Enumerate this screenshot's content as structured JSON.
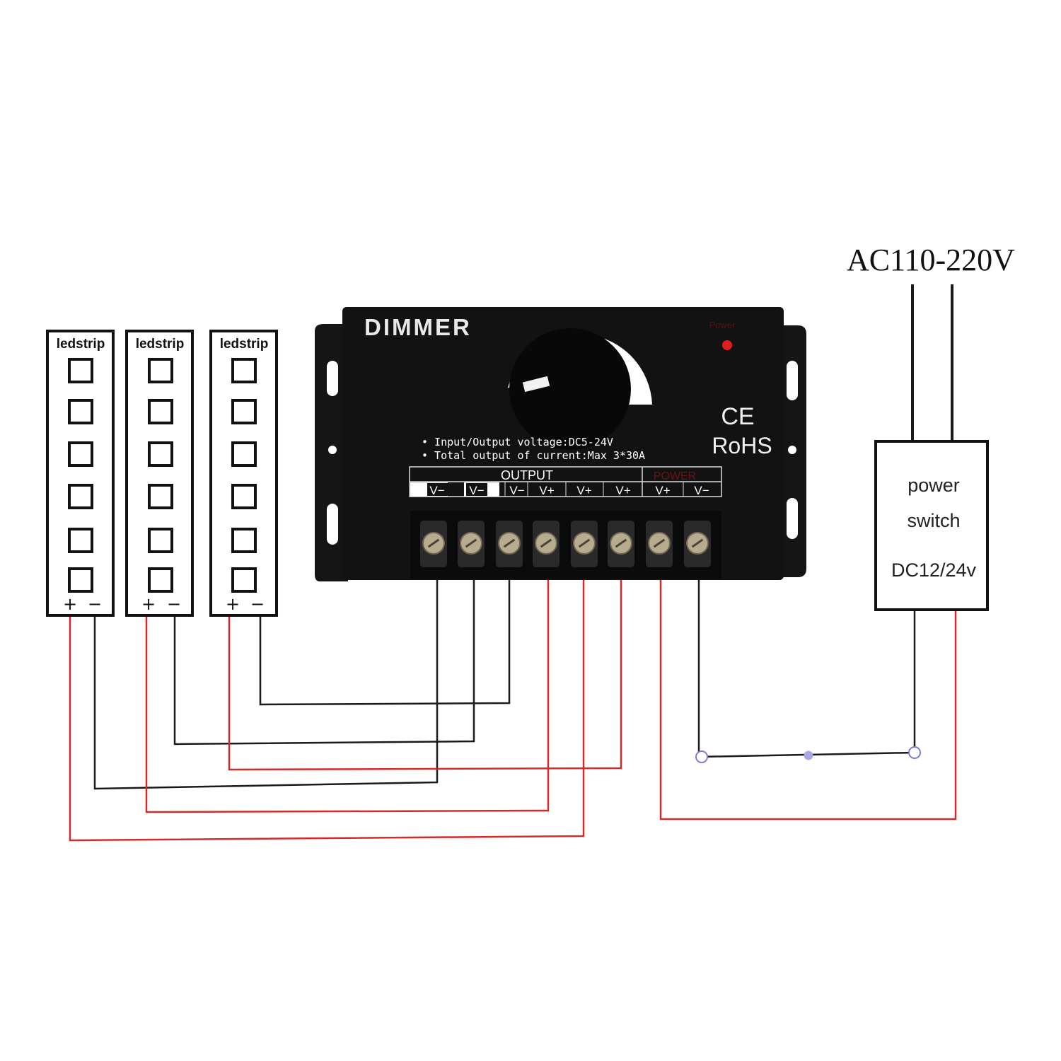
{
  "mains": {
    "label": "AC110-220V"
  },
  "ledstrips": [
    {
      "label": "ledstrip",
      "plus": "+",
      "minus": "−"
    },
    {
      "label": "ledstrip",
      "plus": "+",
      "minus": "−"
    },
    {
      "label": "ledstrip",
      "plus": "+",
      "minus": "−"
    }
  ],
  "dimmer": {
    "title": "DIMMER",
    "power_led_label": "Power",
    "ce_mark": "CE",
    "rohs": "RoHS",
    "spec_line_1": "• Input/Output voltage:DC5-24V",
    "spec_line_2": "• Total output of current:Max 3*30A",
    "output_header": "OUTPUT",
    "power_header": "POWER",
    "terminals": [
      "V−",
      "V−",
      "V−",
      "V+",
      "V+",
      "V+",
      "V+",
      "V−"
    ]
  },
  "power_supply": {
    "line1": "power",
    "line2": "switch",
    "line3": "DC12/24v"
  },
  "colors": {
    "positive_wire": "#d42a2a",
    "negative_wire": "#1a1a1a",
    "dimmer_body": "#121212",
    "junction": "#7b7bd6"
  }
}
